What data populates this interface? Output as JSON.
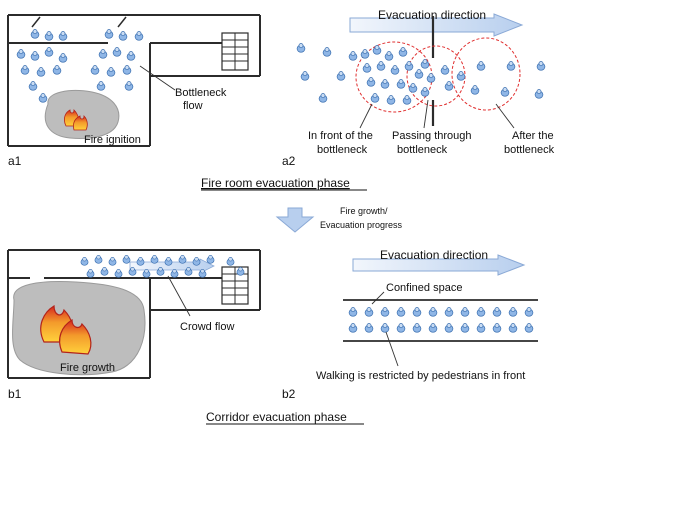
{
  "panel_a1": {
    "tag": "a1",
    "bottleneck_label": [
      "Bottleneck",
      "flow"
    ],
    "fire_label": "Fire ignition"
  },
  "panel_a2": {
    "tag": "a2",
    "direction_label": "Evacuation direction",
    "zone_labels": [
      [
        "In front of the",
        "bottleneck"
      ],
      [
        "Passing through",
        "bottleneck"
      ],
      [
        "After the",
        "bottleneck"
      ]
    ]
  },
  "phase_titles": {
    "fire_room": "Fire room evacuation phase",
    "corridor": "Corridor evacuation phase"
  },
  "transition_label": [
    "Fire growth/",
    "Evacuation progress"
  ],
  "panel_b1": {
    "tag": "b1",
    "fire_label": "Fire growth",
    "crowd_label": "Crowd flow"
  },
  "panel_b2": {
    "tag": "b2",
    "direction_label": "Evacuation direction",
    "confined_label": "Confined space",
    "restricted_label": "Walking is restricted by pedestrians in front"
  },
  "colors": {
    "pedestrian_fill": "#8fb6e6",
    "pedestrian_stroke": "#3b6fb0",
    "arrow_fill": "#dbe7f7",
    "arrow_stroke": "#8aa9d6",
    "smoke_fill": "#bdbdbd",
    "fire_orange": "#f39a2b",
    "fire_red": "#d7261e",
    "zone_circle": "#e03030"
  }
}
